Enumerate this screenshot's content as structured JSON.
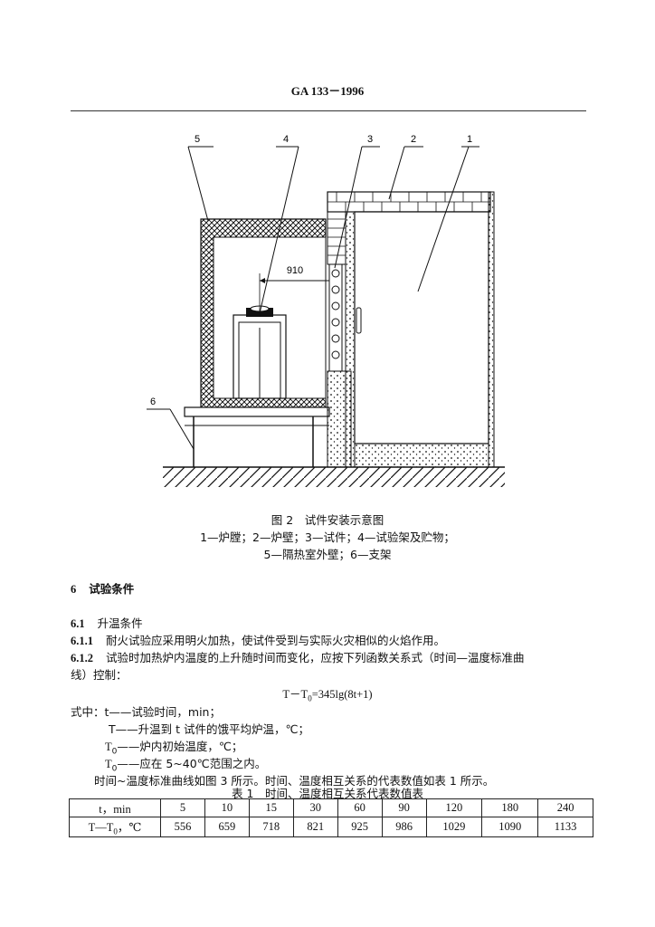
{
  "header": {
    "title": "GA 133－1996"
  },
  "figure": {
    "labels": [
      "1",
      "2",
      "3",
      "4",
      "5",
      "6"
    ],
    "dimension": "910",
    "caption_title": "图 2　试件安装示意图",
    "legend_line1": "1—炉膛；2—炉壁；3—试件；4—试验架及贮物；",
    "legend_line2": "5—隔热室外壁；6—支架"
  },
  "section6": {
    "number": "6",
    "title": "试验条件"
  },
  "s61": {
    "number": "6.1",
    "title": "升温条件"
  },
  "s611": {
    "number": "6.1.1",
    "text": "耐火试验应采用明火加热，使试件受到与实际火灾相似的火焰作用。"
  },
  "s612": {
    "number": "6.1.2",
    "text_line1": "试验时加热炉内温度的上升随时间而变化，应按下列函数关系式（时间—温度标准曲",
    "text_line2": "线）控制："
  },
  "formula": {
    "lhs": "T－T",
    "sub": "0",
    "rhs": "=345lg(8t+1)"
  },
  "where": {
    "intro": "式中：t——试验时间，min；",
    "T_line": "T——升温到 t 试件的饿平均炉温，℃；",
    "T0_a_sym": "T",
    "T0_a_sub": "0",
    "T0_a_text": "——炉内初始温度，℃；",
    "T0_b_sym": "T",
    "T0_b_sub": "0",
    "T0_b_text": "——应在 5~40℃范围之内。",
    "curve_note": "时间~温度标准曲线如图 3 所示。时间、温度相互关系的代表数值如表 1 所示。"
  },
  "table1": {
    "title": "表 1　时间、温度相互关系代表数值表",
    "row1_label": "t，min",
    "row2_label_a": "T—T",
    "row2_label_sub": "0",
    "row2_label_b": "，℃",
    "t_values": [
      "5",
      "10",
      "15",
      "30",
      "60",
      "90",
      "120",
      "180",
      "240"
    ],
    "temp_values": [
      "556",
      "659",
      "718",
      "821",
      "925",
      "986",
      "1029",
      "1090",
      "1133"
    ]
  }
}
